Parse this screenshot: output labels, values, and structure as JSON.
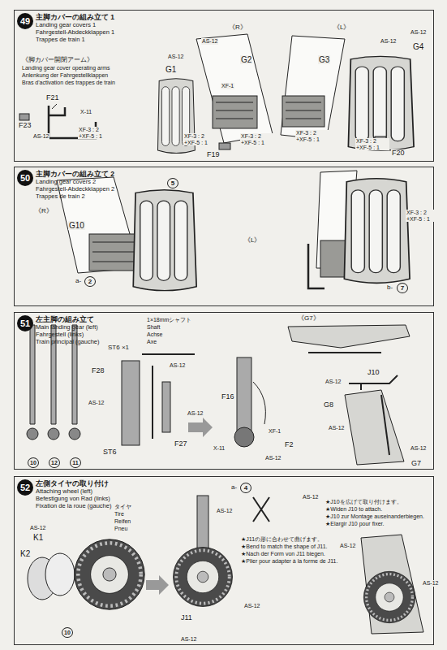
{
  "diagram": {
    "nodes": [
      {
        "text": [
          "主脚カバーの組み立て 1",
          "Landing gear covers 1",
          "Fahrgestell-Abdeckklappen 1",
          "Trappes de train 1"
        ]
      },
      {
        "text": [
          "49"
        ],
        "in": 0
      },
      {
        "text": [
          "主脚カバーの組み立て 2",
          "Landing gear covers 2",
          "Fahrgestell-Abdeckklappen 2",
          "Trappes de train 2"
        ]
      },
      {
        "text": [
          "50"
        ],
        "in": 2
      },
      {
        "text": [
          "左主脚の組み立て",
          "Main landing gear (left)",
          "Fahrgestell (links)",
          "Train principal (gauche)"
        ]
      },
      {
        "text": [
          "51"
        ],
        "in": 4
      },
      {
        "text": [
          "左側タイヤの取り付け",
          "Attaching wheel (left)",
          "Befestigung von Rad (links)",
          "Fixation de la roue (gauche)"
        ]
      },
      {
        "text": [
          "52"
        ],
        "in": 6
      }
    ],
    "labels": [
      "《脚カバー開閉アーム》",
      "Landing gear cover operating arms",
      "Anlenkung der Fahrgestellklappen",
      "Bras d'activation des trappes de train",
      "F21",
      "X-11",
      "F23",
      "AS-12",
      "XF-3 : 2 +XF-5 : 1",
      "AS-12",
      "AS-12",
      "《R》",
      "《L》",
      "AS-12",
      "AS-12",
      "G1",
      "G2",
      "G3",
      "G4",
      "XF-1",
      "XF-3 : 2 +XF-5 : 1",
      "XF-3 : 2 +XF-5 : 1",
      "F19",
      "XF-3 : 2 +XF-5 : 1",
      "XF-3 : 2 +XF-5 : 1",
      "F20",
      "《R》",
      "G10",
      "《L》",
      "XF-3 : 2 +XF-5 : 1",
      "a-",
      "2",
      "b-",
      "7",
      "5",
      "ST6 ×1",
      "1×18mmシャフト",
      "Shaft",
      "Achse",
      "Axe",
      "《G7》",
      "F28",
      "AS-12",
      "AS-12",
      "ST6",
      "F27",
      "F16",
      "AS-12",
      "X-11",
      "XF-1",
      "F2",
      "AS-12",
      "J10",
      "AS-12",
      "G8",
      "AS-12",
      "G7",
      "AS-12",
      "10",
      "12",
      "11",
      "a-",
      "4",
      "AS-12",
      "AS-12",
      "AS-12",
      "K1",
      "K2",
      "タイヤ",
      "Tire",
      "Reifen",
      "Pneu",
      "10",
      "★J11の形に合わせて曲げます。",
      "★Bend to match the shape of J11.",
      "★Nach der Form von J11 biegen.",
      "★Plier pour adapter à la forme de J11.",
      "J11",
      "AS-12",
      "AS-12",
      "★J10を広げて取り付けます。",
      "★Widen J10 to attach.",
      "★J10 zur Montage auseinanderbiegen.",
      "★Elargir J10 pour fixer.",
      "AS-12",
      "AS-12"
    ]
  }
}
